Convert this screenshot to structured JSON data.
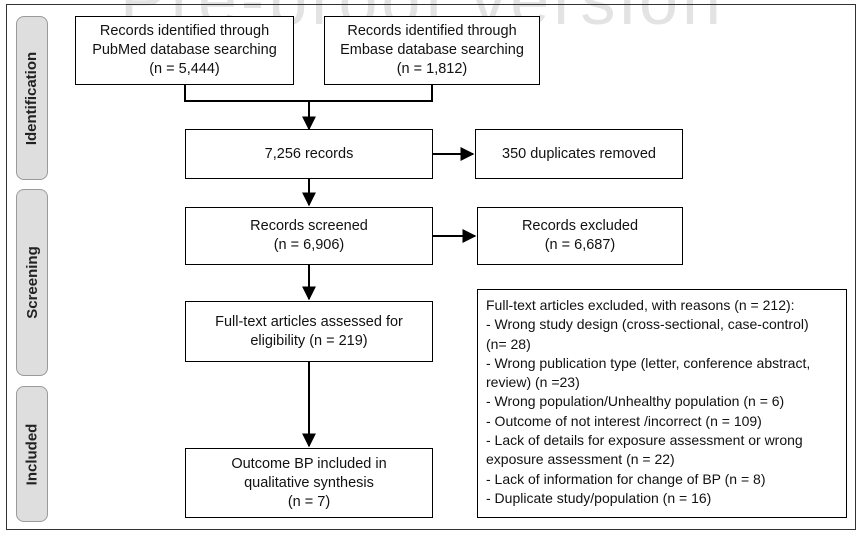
{
  "watermark": "Pre-proof version",
  "phases": {
    "identification": "Identification",
    "screening": "Screening",
    "included": "Included"
  },
  "boxes": {
    "pubmed": {
      "lines": [
        "Records identified through",
        "PubMed database searching",
        "(n = 5,444)"
      ]
    },
    "embase": {
      "lines": [
        "Records identified through",
        "Embase database searching",
        "(n = 1,812)"
      ]
    },
    "records": {
      "lines": [
        "7,256 records"
      ]
    },
    "duplicates": {
      "lines": [
        "350 duplicates removed"
      ]
    },
    "screened": {
      "lines": [
        "Records screened",
        "(n = 6,906)"
      ]
    },
    "excluded": {
      "lines": [
        "Records excluded",
        "(n = 6,687)"
      ]
    },
    "fulltext": {
      "lines": [
        "Full-text articles assessed for",
        "eligibility (n = 219)"
      ]
    },
    "included": {
      "lines": [
        "Outcome BP included in",
        "qualitative synthesis",
        "(n = 7)"
      ]
    }
  },
  "exclusions": {
    "lines": [
      "Full-text articles excluded, with reasons (n = 212):",
      "- Wrong study design (cross-sectional, case-control)",
      "(n= 28)",
      "- Wrong publication type (letter, conference abstract,",
      "review) (n =23)",
      "- Wrong population/Unhealthy population (n = 6)",
      "- Outcome of not interest /incorrect (n = 109)",
      "- Lack of details for exposure assessment or wrong",
      "exposure assessment (n = 22)",
      "- Lack of information for change of BP (n = 8)",
      "- Duplicate study/population (n = 16)"
    ]
  }
}
